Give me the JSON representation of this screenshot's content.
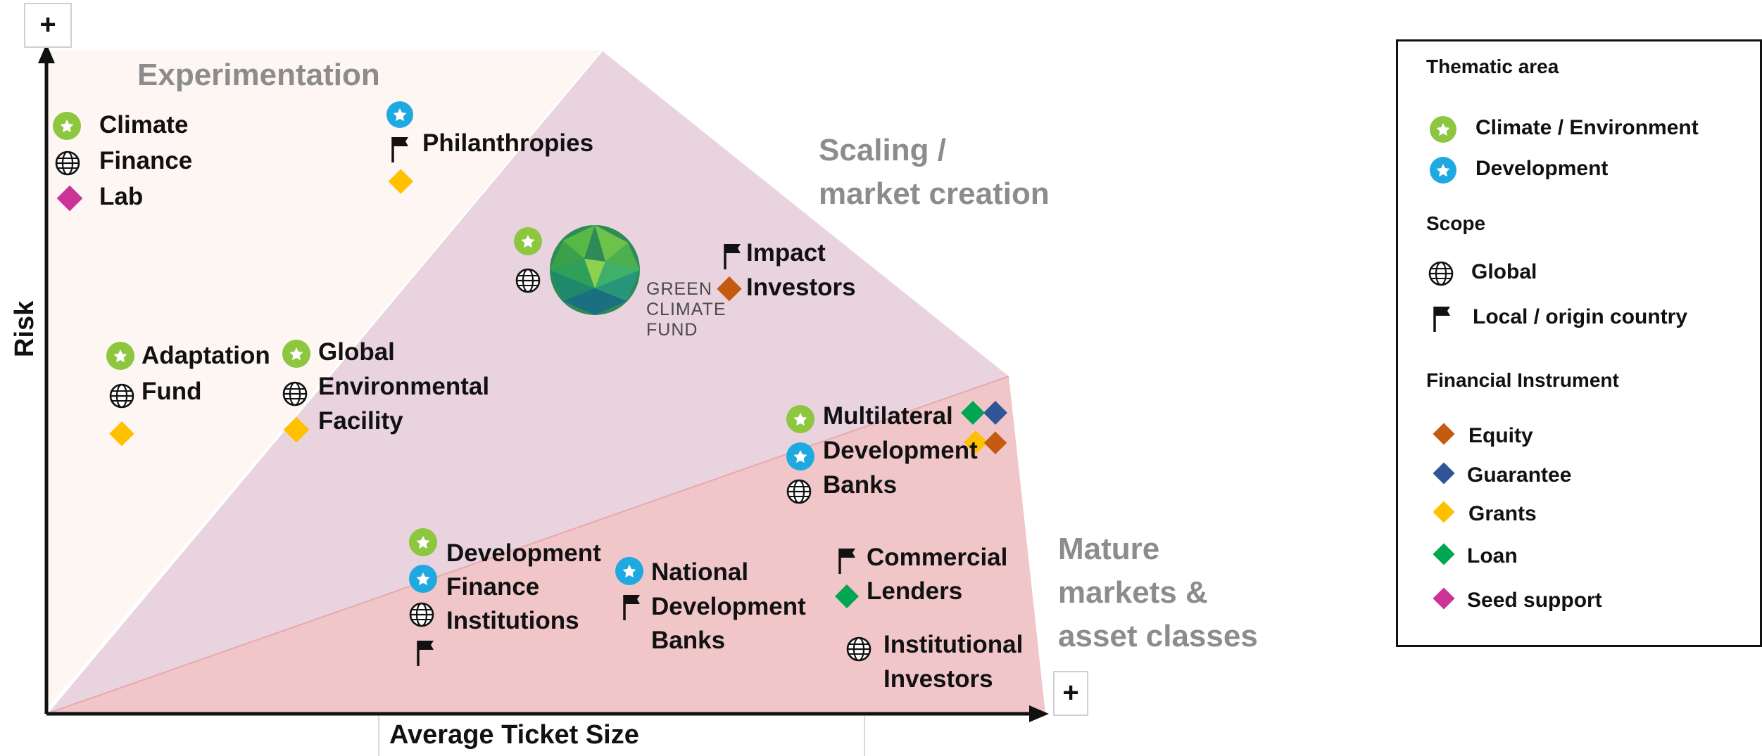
{
  "colors": {
    "climate_green": "#8dc63f",
    "development_blue": "#1fa9e1",
    "equity": "#c55a11",
    "guarantee": "#2f5597",
    "grants": "#ffc000",
    "loan": "#00a651",
    "seed_support": "#cc3399",
    "zone_experimentation": "#fdf6f2",
    "zone_scaling": "#e9d3de",
    "zone_mature": "#f0c6c9",
    "zone_label_gray": "#8c8c8c"
  },
  "axes": {
    "y_title": "Risk",
    "x_title": "Average Ticket Size",
    "y_plus": "+",
    "x_plus": "+"
  },
  "zones": {
    "experimentation": "Experimentation",
    "scaling": [
      "Scaling /",
      "market creation"
    ],
    "mature": [
      "Mature",
      "markets &",
      "asset classes"
    ]
  },
  "actors": {
    "climate_finance_lab": {
      "lines": [
        "Climate",
        "Finance",
        "Lab"
      ],
      "icons": [
        "star-green",
        "globe",
        "diamond-seed"
      ]
    },
    "philanthropies": {
      "lines": [
        "Philanthropies"
      ],
      "icons": [
        "star-blue",
        "flag",
        "diamond-grants"
      ]
    },
    "green_climate_fund": {
      "logo_text": [
        "GREEN",
        "CLIMATE",
        "FUND"
      ],
      "icons": [
        "star-green",
        "globe"
      ]
    },
    "impact_investors": {
      "lines": [
        "Impact",
        "Investors"
      ],
      "icons": [
        "flag",
        "diamond-equity"
      ]
    },
    "adaptation_fund": {
      "lines": [
        "Adaptation",
        "Fund"
      ],
      "icons": [
        "star-green",
        "globe",
        "diamond-grants"
      ]
    },
    "global_environmental_facility": {
      "lines": [
        "Global",
        "Environmental",
        "Facility"
      ],
      "icons": [
        "star-green",
        "globe",
        "diamond-grants"
      ]
    },
    "multilateral_development_banks": {
      "lines": [
        "Multilateral",
        "Development",
        "Banks"
      ],
      "icons": [
        "star-green",
        "star-blue",
        "globe",
        "diamond-loan",
        "diamond-guarantee",
        "diamond-grants",
        "diamond-equity"
      ]
    },
    "development_finance_institutions": {
      "lines": [
        "Development",
        "Finance",
        "Institutions"
      ],
      "icons": [
        "star-green",
        "star-blue",
        "globe",
        "flag"
      ]
    },
    "national_development_banks": {
      "lines": [
        "National",
        "Development",
        "Banks"
      ],
      "icons": [
        "star-blue",
        "flag"
      ]
    },
    "commercial_lenders": {
      "lines": [
        "Commercial",
        "Lenders"
      ],
      "icons": [
        "flag",
        "diamond-loan"
      ]
    },
    "institutional_investors": {
      "lines": [
        "Institutional",
        "Investors"
      ],
      "icons": [
        "globe"
      ]
    }
  },
  "legend": {
    "thematic_title": "Thematic area",
    "thematic_items": [
      "Climate / Environment",
      "Development"
    ],
    "scope_title": "Scope",
    "scope_items": [
      "Global",
      "Local / origin country"
    ],
    "instrument_title": "Financial Instrument",
    "instrument_items": [
      "Equity",
      "Guarantee",
      "Grants",
      "Loan",
      "Seed support"
    ]
  }
}
